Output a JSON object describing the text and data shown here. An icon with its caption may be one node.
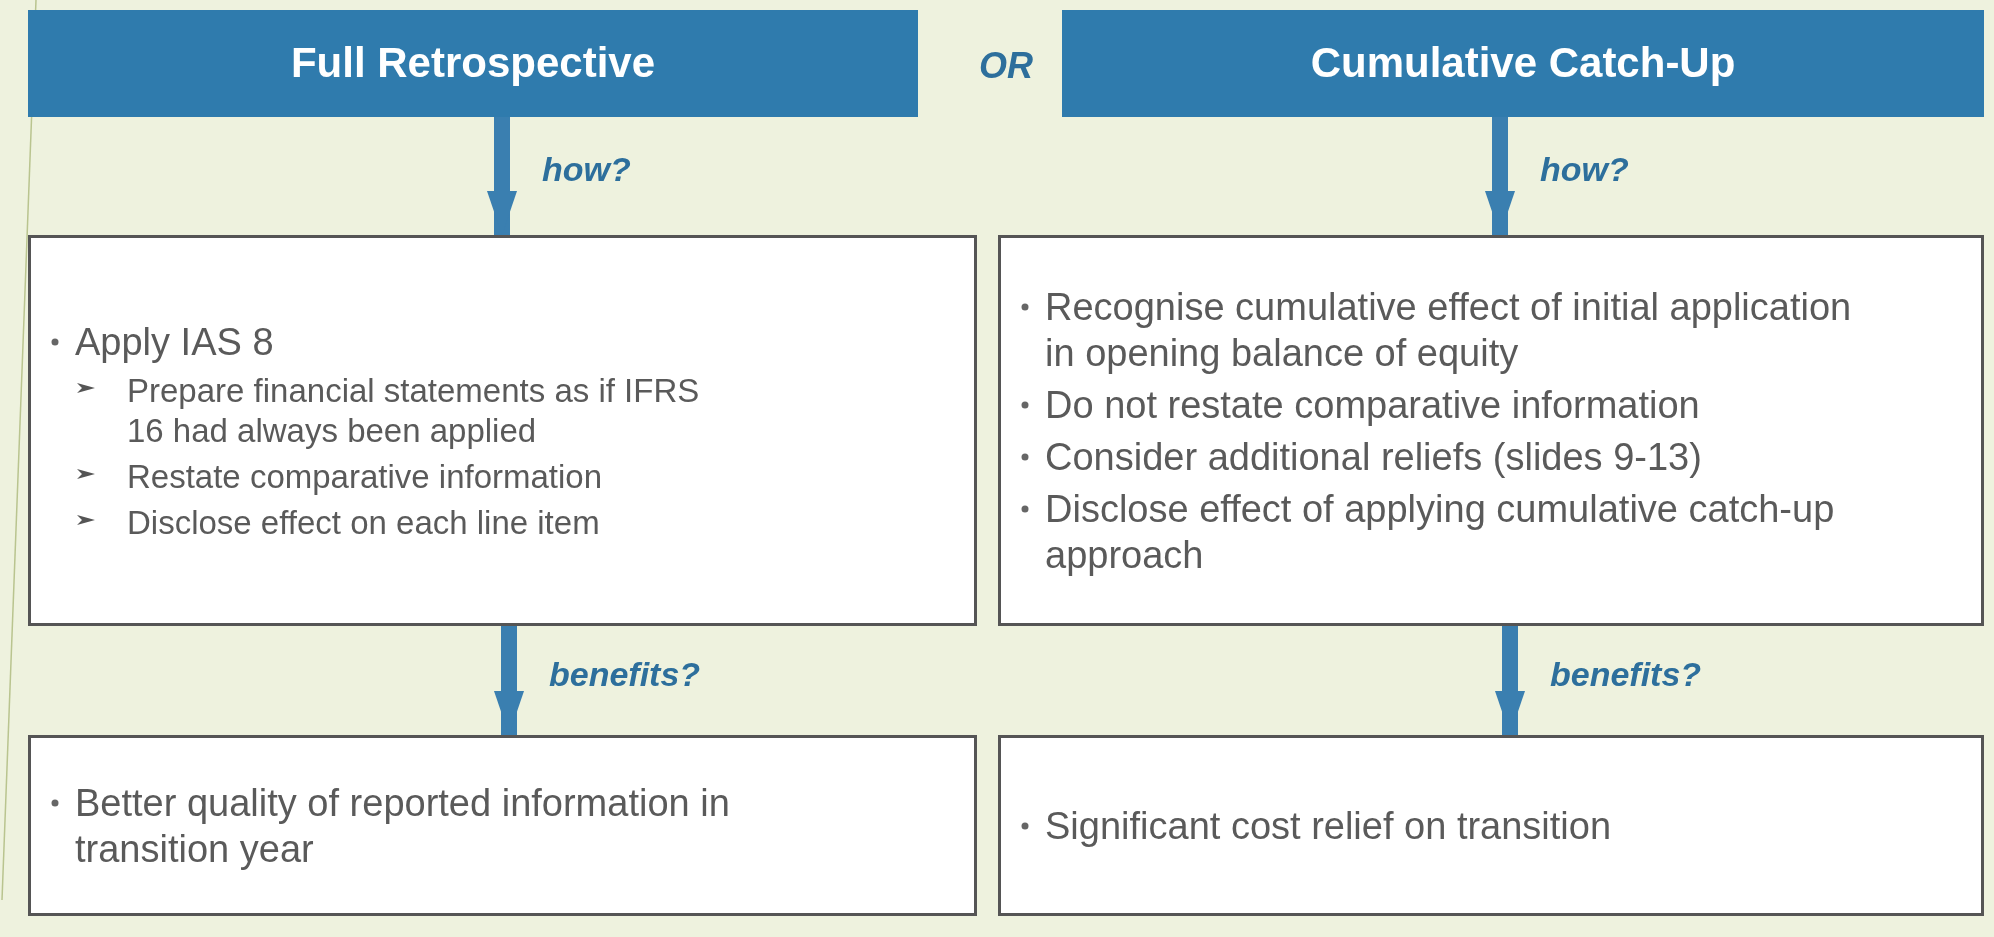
{
  "diagram": {
    "nodes": [
      {
        "text": [
          "Full Retrospective"
        ]
      },
      {
        "text": [
          "Cumulative Catch-Up"
        ]
      },
      {
        "text": [
          "Apply IAS 8",
          "Prepare financial statements as if IFRS 16 had always been applied",
          "Restate comparative information",
          "Disclose effect on each line item"
        ]
      },
      {
        "text": [
          "Recognise cumulative effect of initial application in opening balance of equity",
          "Do not restate comparative information",
          "Consider additional reliefs (slides 9-13)",
          "Disclose effect of applying cumulative catch-up approach"
        ]
      },
      {
        "text": [
          "Better quality of reported information in transition year"
        ]
      },
      {
        "text": [
          "Significant cost relief on transition"
        ]
      }
    ],
    "edges": [
      {
        "from": 0,
        "to": 2,
        "arrow": "to",
        "label": "how?"
      },
      {
        "from": 1,
        "to": 3,
        "arrow": "to",
        "label": "how?"
      },
      {
        "from": 2,
        "to": 4,
        "arrow": "to",
        "label": "benefits?"
      },
      {
        "from": 3,
        "to": 5,
        "arrow": "to",
        "label": "benefits?"
      }
    ],
    "labels": [
      "OR"
    ]
  }
}
